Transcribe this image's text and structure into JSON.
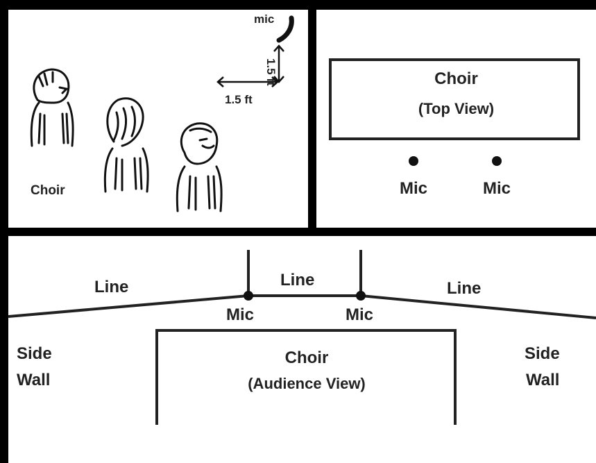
{
  "side_view": {
    "mic_label": "mic",
    "vertical_distance": "1.5 ft",
    "horizontal_distance": "1.5 ft",
    "choir_label": "Choir"
  },
  "top_view": {
    "choir_title": "Choir",
    "choir_subtitle": "(Top View)",
    "mic_left_label": "Mic",
    "mic_right_label": "Mic"
  },
  "audience_view": {
    "line_left_label": "Line",
    "line_center_label": "Line",
    "line_right_label": "Line",
    "mic_left_label": "Mic",
    "mic_right_label": "Mic",
    "side_wall_left": [
      "Side",
      "Wall"
    ],
    "side_wall_right": [
      "Side",
      "Wall"
    ],
    "choir_title": "Choir",
    "choir_subtitle": "(Audience View)"
  }
}
